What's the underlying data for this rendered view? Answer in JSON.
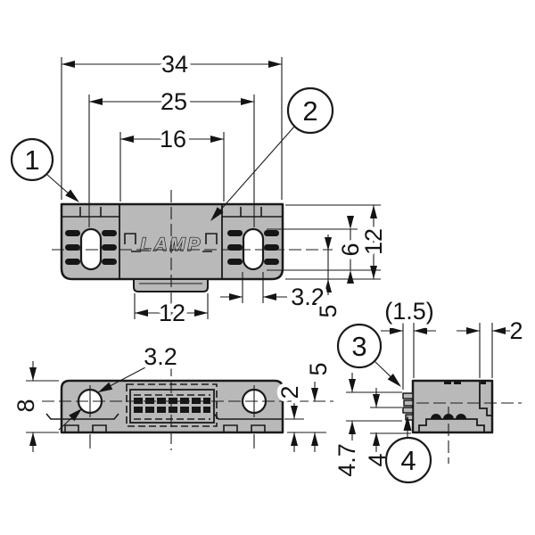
{
  "drawing": {
    "logo": "LAMP",
    "colors": {
      "body": "#b9b9b9",
      "line": "#1a1a1a",
      "background": "#ffffff"
    },
    "callouts": {
      "c1": "1",
      "c2": "2",
      "c3": "3",
      "c4": "4"
    },
    "dims": {
      "overall_width": "34",
      "hole_pitch": "25",
      "body_width": "16",
      "tab_width": "12",
      "slot_width": "3.2",
      "slot_length": "6",
      "overall_depth": "12",
      "center_to_edge": "5",
      "front_height": "8",
      "hole_diameter": "3.2",
      "front_center_to_bottom": "5",
      "front_step": "2",
      "side_lip_width": "(1.5)",
      "side_notch": "2",
      "side_lip_height": "4.7",
      "side_base_height": "4"
    }
  }
}
